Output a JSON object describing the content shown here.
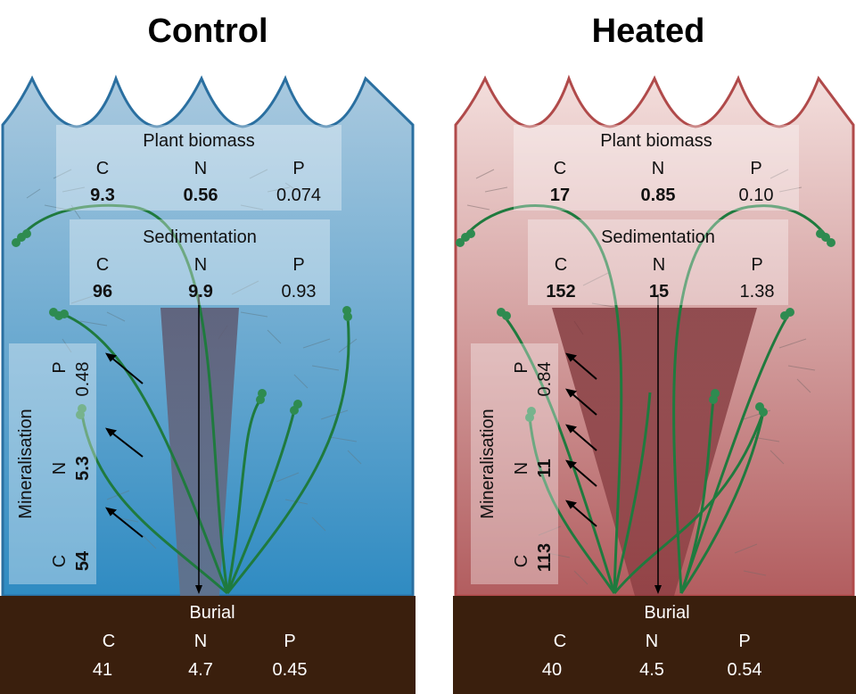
{
  "panels": [
    {
      "id": "control",
      "title": "Control",
      "colors": {
        "water_top": "#9fc1d9",
        "water_bottom": "#2f8bc2",
        "outline": "#2a6fa0",
        "sediment": "#3a1f0d",
        "cone": "#6e6a80"
      },
      "plant_biomass": {
        "label": "Plant biomass",
        "headers": [
          "C",
          "N",
          "P"
        ],
        "values": [
          "9.3",
          "0.56",
          "0.074"
        ],
        "bold": [
          true,
          true,
          false
        ]
      },
      "sedimentation": {
        "label": "Sedimentation",
        "headers": [
          "C",
          "N",
          "P"
        ],
        "values": [
          "96",
          "9.9",
          "0.93"
        ],
        "bold": [
          true,
          true,
          false
        ]
      },
      "mineralisation": {
        "label": "Mineralisation",
        "headers": [
          "C",
          "N",
          "P"
        ],
        "values": [
          "54",
          "5.3",
          "0.48"
        ],
        "bold": [
          true,
          true,
          false
        ]
      },
      "burial": {
        "label": "Burial",
        "headers": [
          "C",
          "N",
          "P"
        ],
        "values": [
          "41",
          "4.7",
          "0.45"
        ]
      }
    },
    {
      "id": "heated",
      "title": "Heated",
      "colors": {
        "water_top": "#f2dad8",
        "water_bottom": "#b25d5f",
        "outline": "#b04a4a",
        "sediment": "#3a1f0d",
        "cone": "#8a3a3e"
      },
      "plant_biomass": {
        "label": "Plant biomass",
        "headers": [
          "C",
          "N",
          "P"
        ],
        "values": [
          "17",
          "0.85",
          "0.10"
        ],
        "bold": [
          true,
          true,
          false
        ]
      },
      "sedimentation": {
        "label": "Sedimentation",
        "headers": [
          "C",
          "N",
          "P"
        ],
        "values": [
          "152",
          "15",
          "1.38"
        ],
        "bold": [
          true,
          true,
          false
        ]
      },
      "mineralisation": {
        "label": "Mineralisation",
        "headers": [
          "C",
          "N",
          "P"
        ],
        "values": [
          "113",
          "11",
          "0.84"
        ],
        "bold": [
          true,
          true,
          false
        ]
      },
      "burial": {
        "label": "Burial",
        "headers": [
          "C",
          "N",
          "P"
        ],
        "values": [
          "40",
          "4.5",
          "0.54"
        ]
      }
    }
  ]
}
